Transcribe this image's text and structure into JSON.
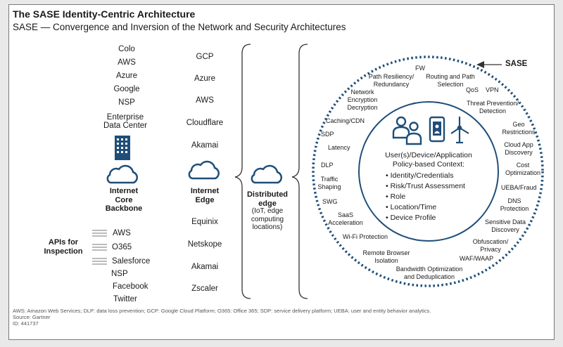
{
  "header": {
    "title": "The SASE Identity-Centric Architecture",
    "subtitle": "SASE — Convergence and Inversion of the Network and Security Architectures"
  },
  "core_list": [
    "Colo",
    "AWS",
    "Azure",
    "Google",
    "NSP",
    "Enterprise",
    "Data Center"
  ],
  "core_label": [
    "Internet",
    "Core",
    "Backbone"
  ],
  "edge_list_top": [
    "GCP",
    "Azure",
    "AWS",
    "Cloudflare",
    "Akamai"
  ],
  "edge_label": [
    "Internet",
    "Edge"
  ],
  "edge_list_bottom": [
    "Equinix",
    "Netskope",
    "Akamai",
    "Zscaler"
  ],
  "distributed_label": [
    "Distributed",
    "edge"
  ],
  "distributed_note": [
    "(IoT, edge",
    "computing",
    "locations)"
  ],
  "apis_label": [
    "APIs for",
    "Inspection"
  ],
  "apis_list": [
    "AWS",
    "O365",
    "Salesforce",
    "NSP",
    "Facebook",
    "Twitter"
  ],
  "sase": {
    "label": "SASE",
    "outer_items": [
      "FW",
      "Path Resiliency/",
      "Redundancy",
      "Routing and Path",
      "Selection",
      "QoS",
      "VPN",
      "Network",
      "Encryption",
      "Decryption",
      "Threat Prevention/",
      "Detection",
      "Caching/CDN",
      "Geo",
      "Restrictions",
      "SDP",
      "Cloud App",
      "Discovery",
      "Latency",
      "Cost",
      "Optimization",
      "DLP",
      "Traffic",
      "Shaping",
      "UEBA/Fraud",
      "SWG",
      "DNS",
      "Protection",
      "SaaS",
      "Acceleration",
      "Sensitive Data",
      "Discovery",
      "Wi-Fi Protection",
      "Obfuscation/",
      "Privacy",
      "Remote Browser",
      "Isolation",
      "WAF/WAAP",
      "Bandwidth Optimization",
      "and Deduplication"
    ],
    "inner_title": [
      "User(s)/Device/Application",
      "Policy-based Context:"
    ],
    "inner_bullets": [
      "Identity/Credentials",
      "Risk/Trust Assessment",
      "Role",
      "Location/Time",
      "Device Profile"
    ]
  },
  "footer": {
    "abbreviations": "AWS: Amazon Web Services; DLP: data loss prevention; GCP: Google Cloud Platform; O365: Office 365; SDP: service delivery platform; UEBA: user and entity behavior analytics.",
    "source": "Source: Gartner",
    "id": "ID: 441737"
  },
  "colors": {
    "accent": "#1f4e79",
    "line": "#333333"
  }
}
